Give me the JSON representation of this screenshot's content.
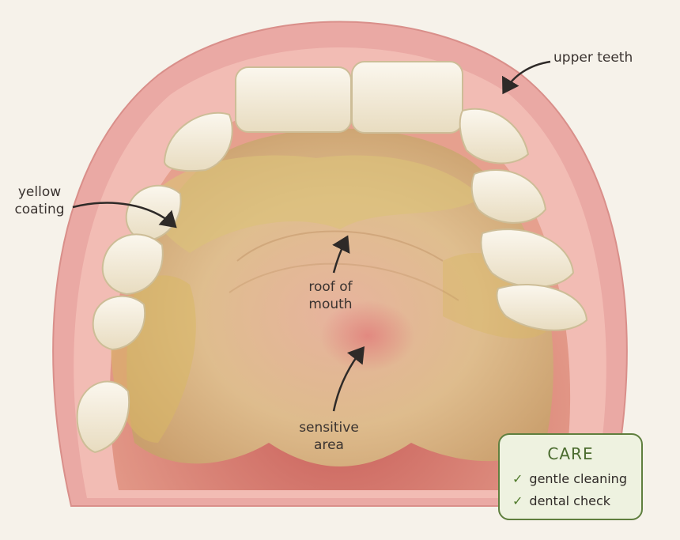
{
  "labels": {
    "upper_teeth": "upper teeth",
    "yellow_coating_line1": "yellow",
    "yellow_coating_line2": "coating",
    "roof_line1": "roof of",
    "roof_line2": "mouth",
    "sensitive_line1": "sensitive",
    "sensitive_line2": "area"
  },
  "care": {
    "title": "CARE",
    "items": [
      "gentle cleaning",
      "dental check"
    ]
  },
  "colors": {
    "background": "#f6f2ea",
    "lip": "#e9a3a0",
    "gum": "#f0b4ae",
    "palate": "#e8c39a",
    "coating": "#dcc27a",
    "tooth": "#f7f1e3",
    "accent_green": "#5f7f3e"
  }
}
